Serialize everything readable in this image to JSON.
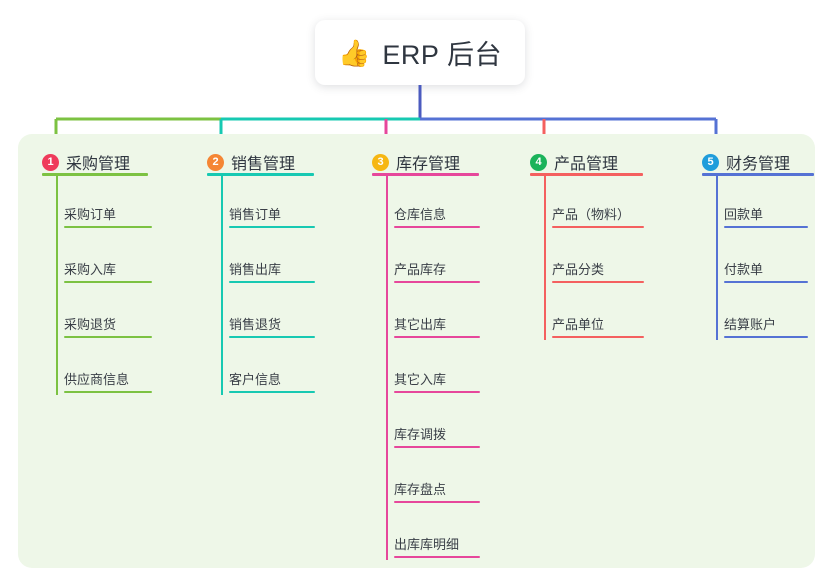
{
  "root": {
    "icon": "thumbs-up-icon",
    "icon_glyph": "👍",
    "title": "ERP 后台"
  },
  "theme": {
    "page_background": "#ffffff",
    "panel_background": "#eef7e8",
    "card_background": "#ffffff",
    "text_color": "#2f3640",
    "stem_center": "#4b5bbf"
  },
  "columns": [
    {
      "number": "1",
      "title": "采购管理",
      "badge_color": "#ef3b5b",
      "line_color": "#7cc242",
      "items": [
        {
          "label": "采购订单"
        },
        {
          "label": "采购入库"
        },
        {
          "label": "采购退货"
        },
        {
          "label": "供应商信息"
        }
      ]
    },
    {
      "number": "2",
      "title": "销售管理",
      "badge_color": "#f58634",
      "line_color": "#17c9b2",
      "items": [
        {
          "label": "销售订单"
        },
        {
          "label": "销售出库"
        },
        {
          "label": "销售退货"
        },
        {
          "label": "客户信息"
        }
      ]
    },
    {
      "number": "3",
      "title": "库存管理",
      "badge_color": "#f6b713",
      "line_color": "#e6479b",
      "items": [
        {
          "label": "仓库信息"
        },
        {
          "label": "产品库存"
        },
        {
          "label": "其它出库"
        },
        {
          "label": "其它入库"
        },
        {
          "label": "库存调拨"
        },
        {
          "label": "库存盘点"
        },
        {
          "label": "出库库明细"
        }
      ]
    },
    {
      "number": "4",
      "title": "产品管理",
      "badge_color": "#1bb35a",
      "line_color": "#f4605f",
      "items": [
        {
          "label": "产品（物料）"
        },
        {
          "label": "产品分类"
        },
        {
          "label": "产品单位"
        }
      ]
    },
    {
      "number": "5",
      "title": "财务管理",
      "badge_color": "#1f9ddb",
      "line_color": "#5572d4",
      "items": [
        {
          "label": "回款单"
        },
        {
          "label": "付款单"
        },
        {
          "label": "结算账户"
        }
      ]
    }
  ]
}
